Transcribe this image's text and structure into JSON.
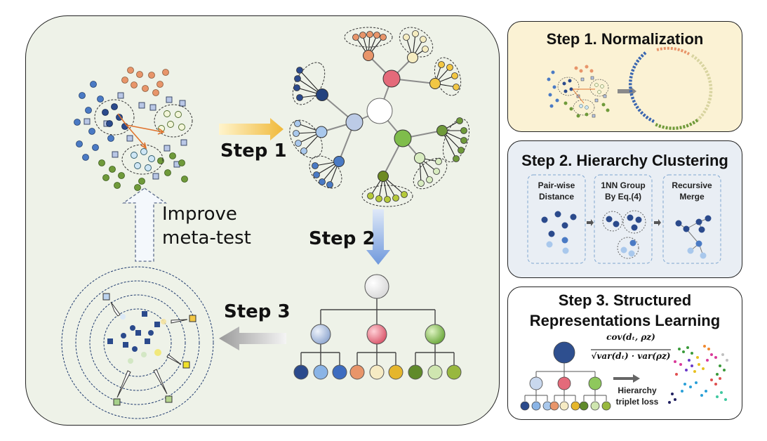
{
  "main": {
    "step1_label": "Step 1",
    "step2_label": "Step 2",
    "step3_label": "Step 3",
    "improve_line1": "Improve",
    "improve_line2": "meta-test"
  },
  "cards": {
    "step1": {
      "title": "Step 1. Normalization"
    },
    "step2": {
      "title": "Step 2. Hierarchy Clustering",
      "box1_line1": "Pair-wise",
      "box1_line2": "Distance",
      "box2_line1": "1NN Group",
      "box2_line2": "By Eq.(4)",
      "box3_line1": "Recursive",
      "box3_line2": "Merge"
    },
    "step3": {
      "title_line1": "Step 3. Structured",
      "title_line2": "Representations Learning",
      "formula_numerator": "cov(dₜ, ρz)",
      "formula_denominator": "√var(dₜ) · var(ρz)",
      "loss_line1": "Hierarchy",
      "loss_line2": "triplet loss"
    }
  },
  "colors": {
    "main_bg": "#eef2e8",
    "step1_bg": "#fbf2d4",
    "step2_bg": "#e9eef4",
    "dark_blue": "#2b4a8c",
    "mid_blue": "#4a7ac4",
    "light_blue": "#a9c8ec",
    "orange": "#e8956a",
    "yellow": "#f2c744",
    "green": "#6f9a3a",
    "light_green": "#b9d98f",
    "red": "#e46a7a"
  },
  "icons": [
    "gold-arrow-icon",
    "blue-arrow-icon",
    "gray-arrow-icon",
    "dashed-up-arrow-icon"
  ]
}
